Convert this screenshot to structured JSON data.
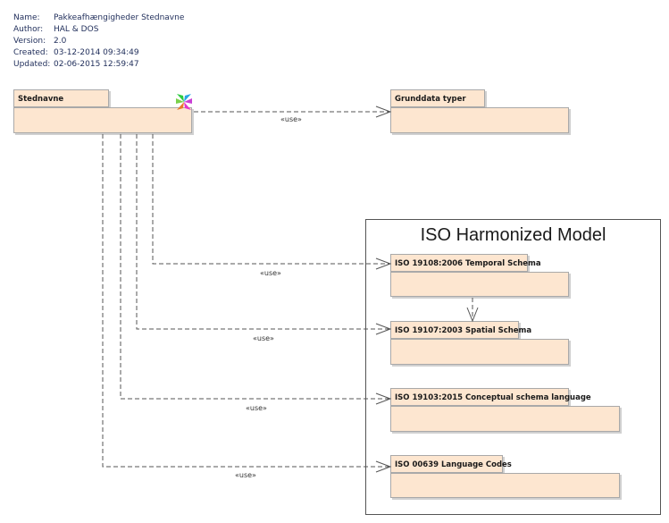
{
  "metadata": {
    "name_label": "Name:",
    "name_value": "Pakkeafhængigheder Stednavne",
    "author_label": "Author:",
    "author_value": "HAL & DOS",
    "version_label": "Version:",
    "version_value": "2.0",
    "created_label": "Created:",
    "created_value": "03-12-2014 09:34:49",
    "updated_label": "Updated:",
    "updated_value": "02-06-2015 12:59:47"
  },
  "frame": {
    "title": "ISO Harmonized Model"
  },
  "packages": {
    "stednavne": "Stednavne",
    "grunddata": "Grunddata typer",
    "temporal": "ISO 19108:2006 Temporal Schema",
    "spatial": "ISO 19107:2003 Spatial Schema",
    "conceptual": "ISO 19103:2015 Conceptual schema language",
    "language": "ISO 00639 Language Codes"
  },
  "links": {
    "use_grunddata": "«use»",
    "use_temporal": "«use»",
    "use_spatial": "«use»",
    "use_conceptual": "«use»",
    "use_language": "«use»"
  },
  "colors": {
    "package_fill": "#fde6d0",
    "package_border": "#a9a9a9",
    "line": "#555555"
  }
}
